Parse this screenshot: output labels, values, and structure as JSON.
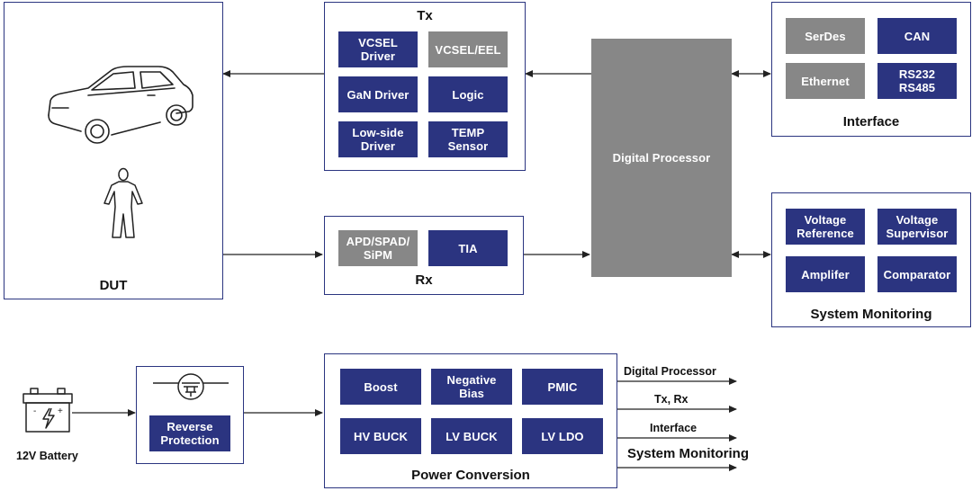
{
  "dut": {
    "title": "DUT",
    "car_icon": "car-icon",
    "person_icon": "person-icon"
  },
  "tx": {
    "title": "Tx",
    "blocks": [
      "VCSEL\nDriver",
      "VCSEL/EEL",
      "GaN Driver",
      "Logic",
      "Low-side\nDriver",
      "TEMP\nSensor"
    ]
  },
  "rx": {
    "title": "Rx",
    "blocks": [
      "APD/SPAD/\nSiPM",
      "TIA"
    ]
  },
  "digital_processor": {
    "label": "Digital Processor"
  },
  "interface": {
    "title": "Interface",
    "blocks": [
      "SerDes",
      "CAN",
      "Ethernet",
      "RS232\nRS485"
    ]
  },
  "system_monitoring": {
    "title": "System Monitoring",
    "blocks": [
      "Voltage\nReference",
      "Voltage\nSupervisor",
      "Amplifer",
      "Comparator"
    ]
  },
  "battery": {
    "label": "12V Battery",
    "icon": "battery-icon"
  },
  "reverse_protection": {
    "label": "Reverse\nProtection",
    "icon": "mosfet-icon"
  },
  "power_conversion": {
    "title": "Power Conversion",
    "blocks": [
      "Boost",
      "Negative\nBias",
      "PMIC",
      "HV BUCK",
      "LV BUCK",
      "LV LDO"
    ]
  },
  "power_outputs": [
    "Digital Processor",
    "Tx, Rx",
    "Interface",
    "System Monitoring"
  ],
  "colors": {
    "block_blue": "#2b3480",
    "block_gray": "#878787",
    "border": "#2b3580",
    "line": "#222222"
  }
}
